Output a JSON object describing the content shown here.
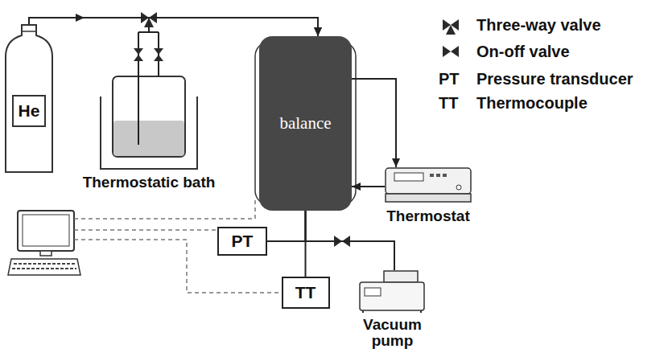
{
  "diagram": {
    "nodes": [
      {
        "text": [
          "He"
        ]
      },
      {
        "text": [
          "Thermostatic bath"
        ]
      },
      {
        "text": [
          "balance"
        ]
      },
      {
        "text": [
          "Thermostat"
        ]
      },
      {
        "text": [
          "PT"
        ]
      },
      {
        "text": [
          "TT"
        ]
      },
      {
        "text": [
          "Vacuum pump"
        ]
      }
    ],
    "edges": [
      {
        "from": 0,
        "to": 2,
        "arrow": "to"
      },
      {
        "from": 1,
        "to": 2,
        "arrow": "to"
      },
      {
        "from": 2,
        "to": 3,
        "arrow": "to"
      },
      {
        "from": 3,
        "to": 2,
        "arrow": "to"
      },
      {
        "from": 2,
        "to": 4,
        "arrow": "none"
      },
      {
        "from": 2,
        "to": 5,
        "arrow": "none"
      },
      {
        "from": 2,
        "to": 6,
        "arrow": "none"
      }
    ],
    "labels": [
      "PT",
      "TT"
    ],
    "legend": [
      {
        "text": "Three-way valve"
      },
      {
        "text": "On-off valve"
      },
      {
        "text": "Pressure transducer"
      },
      {
        "text": "Thermocouple"
      }
    ]
  }
}
